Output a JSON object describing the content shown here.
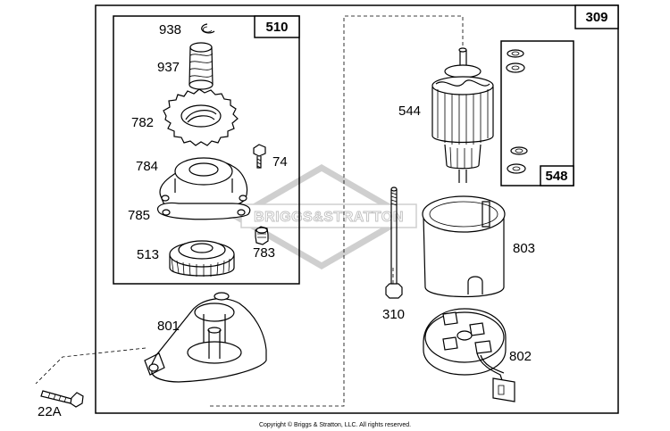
{
  "labels": {
    "p938": "938",
    "p937": "937",
    "p782": "782",
    "p74": "74",
    "p784": "784",
    "p785": "785",
    "p513": "513",
    "p783": "783",
    "p801": "801",
    "p22a": "22A",
    "p544": "544",
    "p803": "803",
    "p310": "310",
    "p802": "802"
  },
  "boxes": {
    "main": "309",
    "left": "510",
    "right": "548"
  },
  "watermark": "BRIGGS&STRATTON",
  "copyright": "Copyright © Briggs & Stratton, LLC. All rights reserved."
}
